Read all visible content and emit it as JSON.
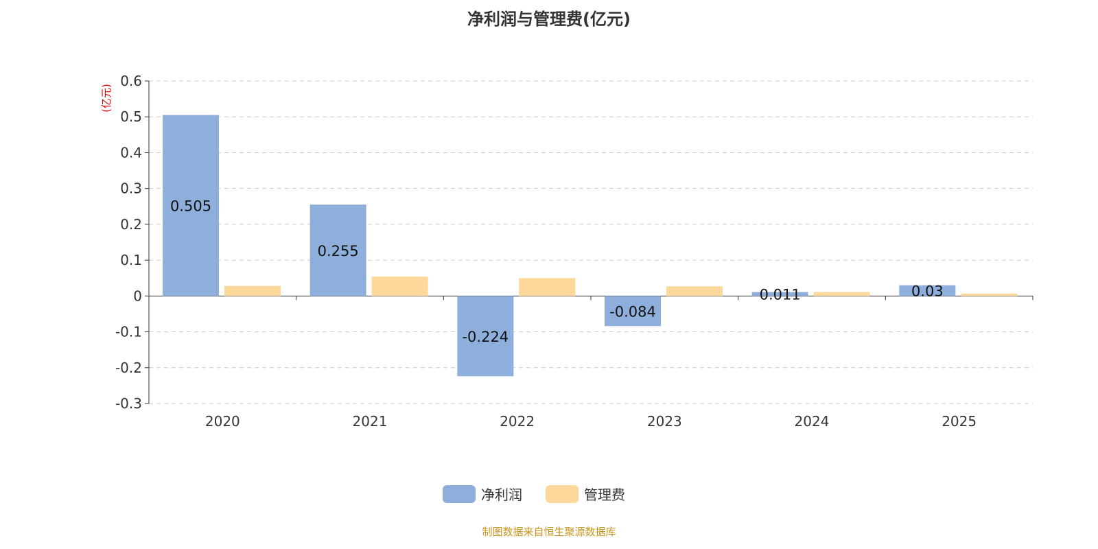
{
  "chart_data": {
    "type": "bar",
    "title": "净利润与管理费(亿元)",
    "ylabel": "(亿元)",
    "categories": [
      "2020",
      "2021",
      "2022",
      "2023",
      "2024",
      "2025"
    ],
    "series": [
      {
        "name": "净利润",
        "color": "#8eaedb",
        "values": [
          0.505,
          0.255,
          -0.224,
          -0.084,
          0.011,
          0.03
        ],
        "labels": [
          "0.505",
          "0.255",
          "-0.224",
          "-0.084",
          "0.011",
          "0.03"
        ]
      },
      {
        "name": "管理费",
        "color": "#fed89b",
        "values": [
          0.028,
          0.054,
          0.05,
          0.027,
          0.011,
          0.007
        ]
      }
    ],
    "ylim": [
      -0.3,
      0.6
    ],
    "yticks": [
      "-0.3",
      "-0.2",
      "-0.1",
      "0",
      "0.1",
      "0.2",
      "0.3",
      "0.4",
      "0.5",
      "0.6"
    ],
    "grid": true,
    "legend": "bottom"
  },
  "source": "制图数据来自恒生聚源数据库"
}
